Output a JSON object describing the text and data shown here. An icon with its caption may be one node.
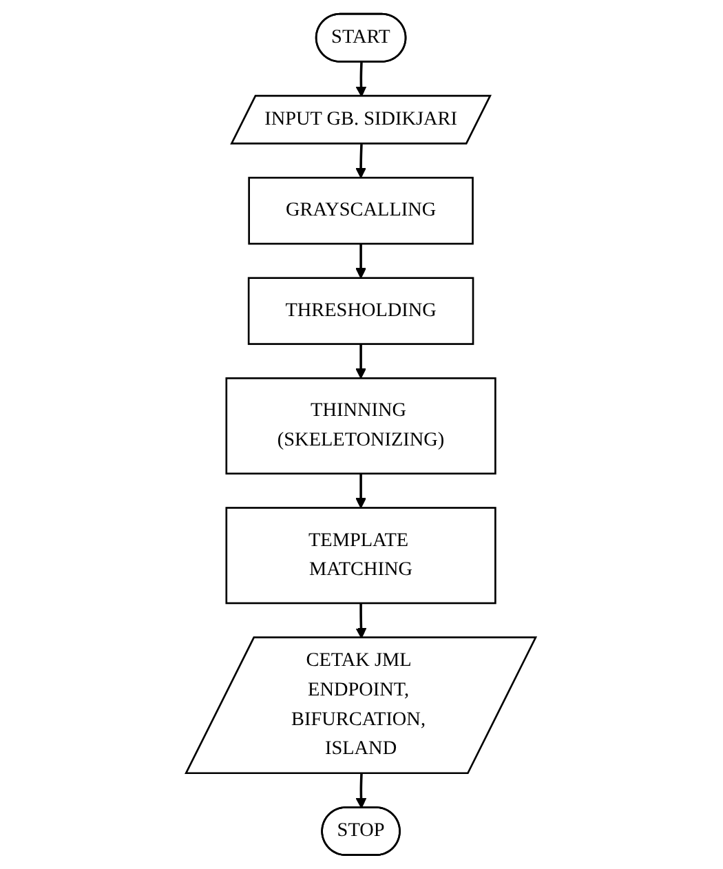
{
  "diagram": {
    "nodes": [
      {
        "text": [
          "START"
        ]
      },
      {
        "text": [
          "INPUT GB. SIDIKJARI"
        ]
      },
      {
        "text": [
          "GRAYSCALLING"
        ]
      },
      {
        "text": [
          "THRESHOLDING"
        ]
      },
      {
        "text": [
          "THINNING (SKELETONIZING)"
        ]
      },
      {
        "text": [
          "TEMPLATE MATCHING"
        ]
      },
      {
        "text": [
          "CETAK JML ENDPOINT, BIFURCATION, ISLAND"
        ]
      },
      {
        "text": [
          "STOP"
        ]
      }
    ],
    "edges": [
      {
        "from": 0,
        "to": 1,
        "arrow": "to"
      },
      {
        "from": 1,
        "to": 2,
        "arrow": "to"
      },
      {
        "from": 2,
        "to": 3,
        "arrow": "to"
      },
      {
        "from": 3,
        "to": 4,
        "arrow": "to"
      },
      {
        "from": 4,
        "to": 5,
        "arrow": "to"
      },
      {
        "from": 5,
        "to": 6,
        "arrow": "to"
      },
      {
        "from": 6,
        "to": 7,
        "arrow": "to"
      }
    ]
  }
}
